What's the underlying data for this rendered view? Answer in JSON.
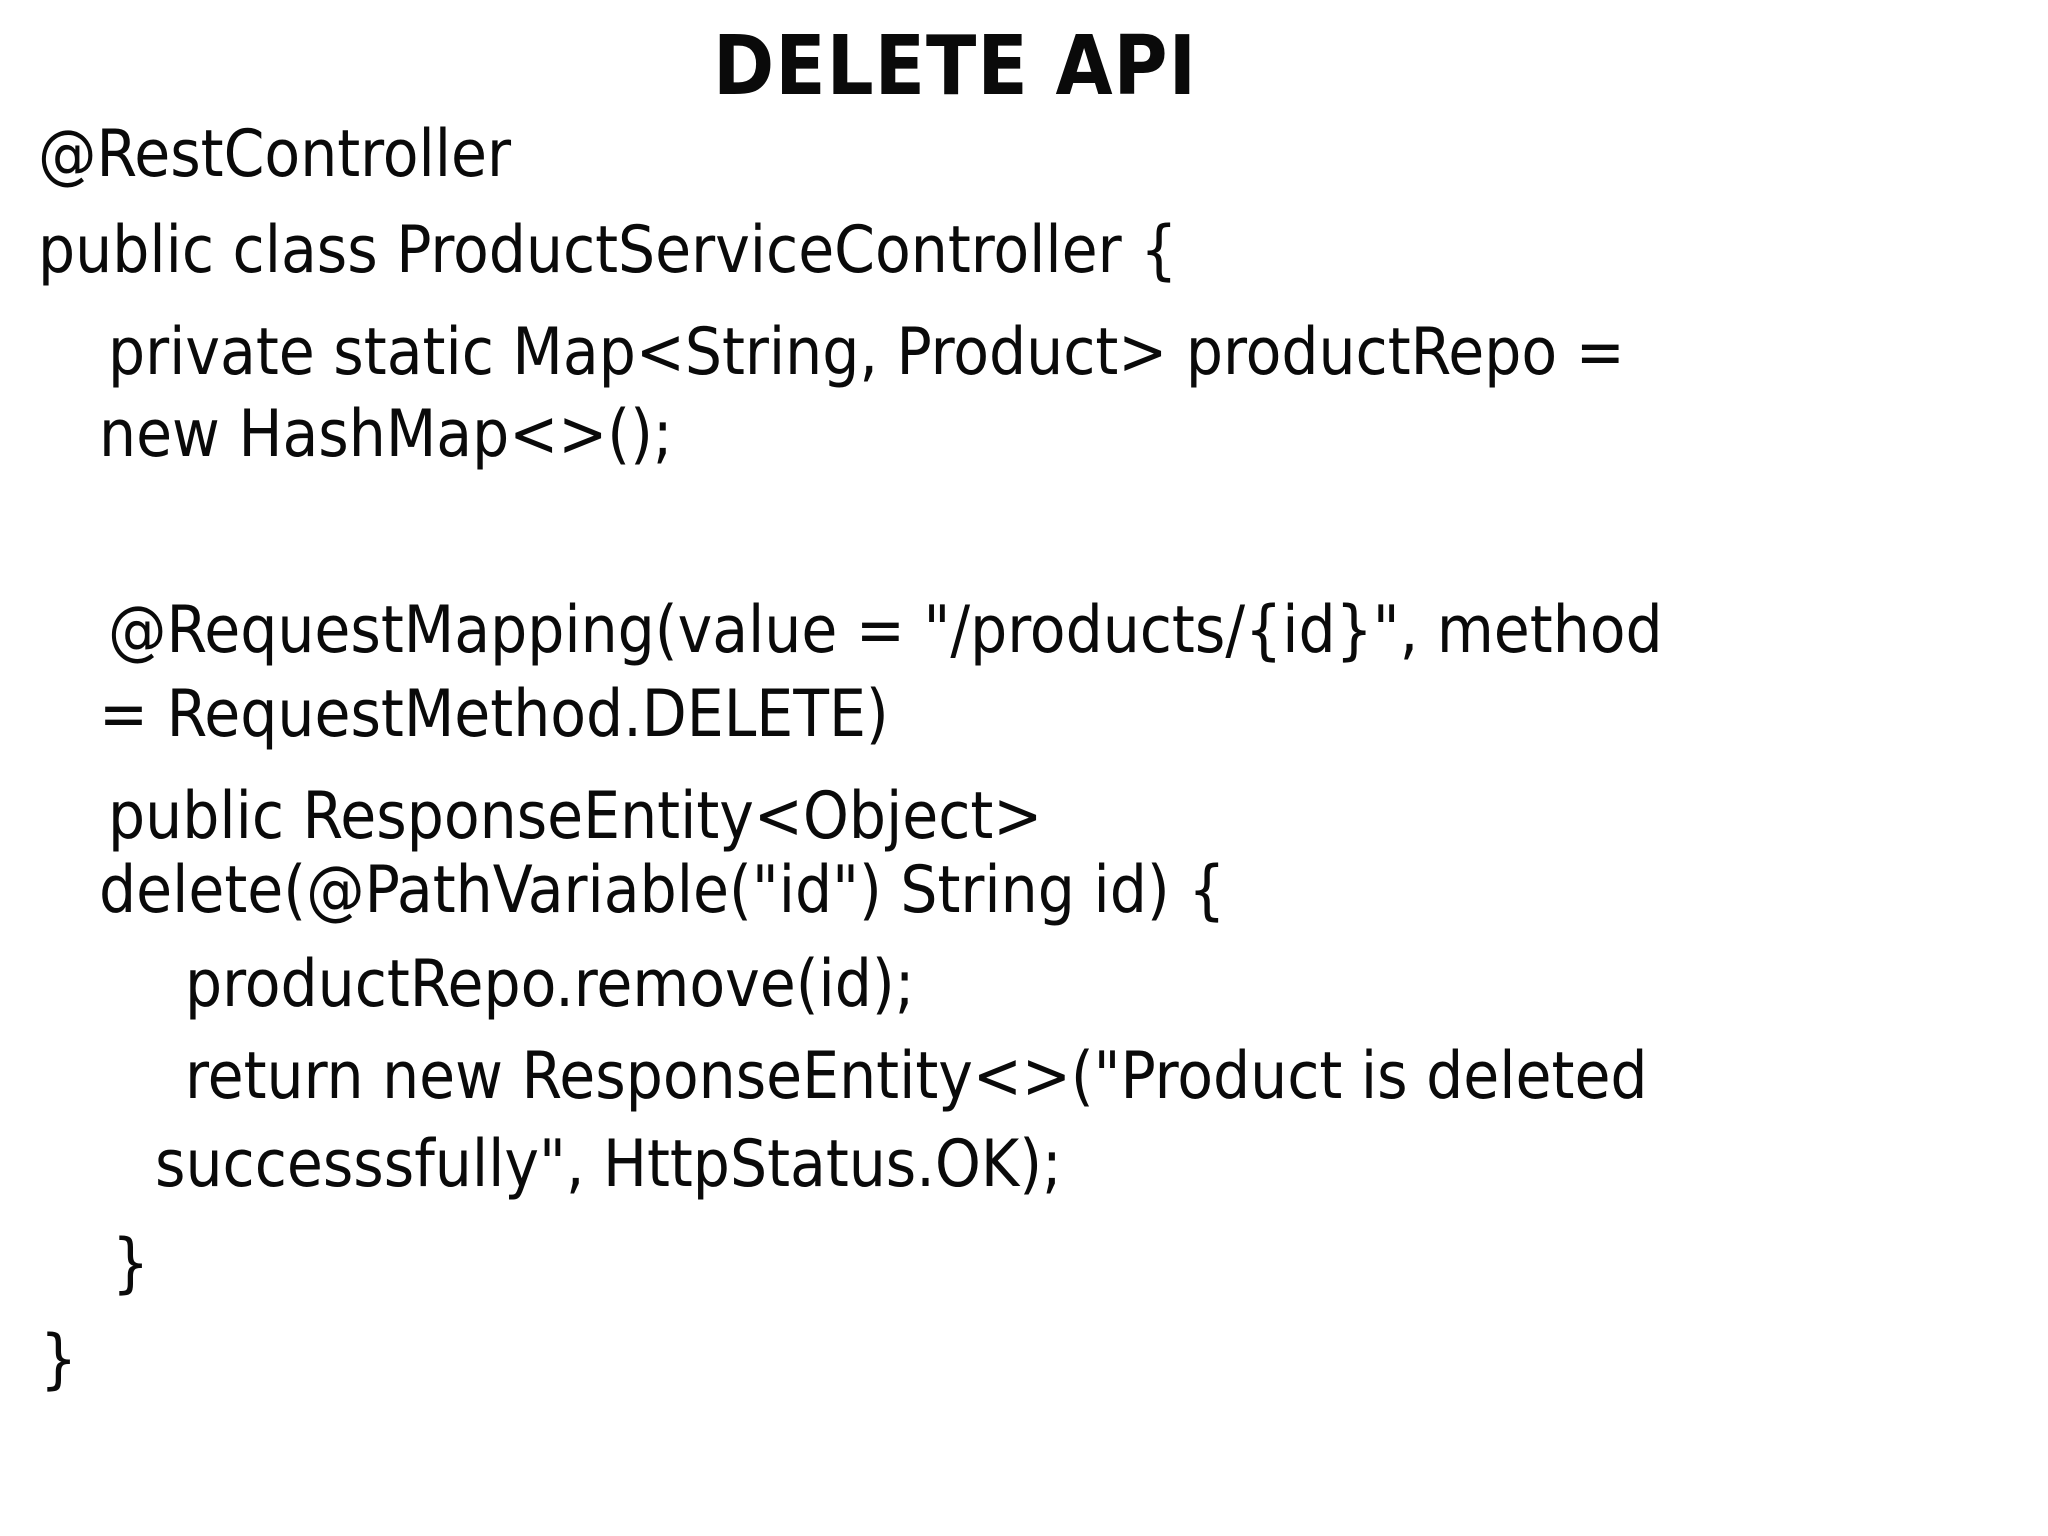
{
  "colors": {
    "background": "#ffffff",
    "text": "#0a0a0a"
  },
  "title": "DELETE API",
  "code": {
    "language": "java",
    "lines": [
      {
        "text": "@RestController"
      },
      {
        "text": "public class ProductServiceController {"
      },
      {
        "text": "private static Map<String, Product> productRepo ="
      },
      {
        "text": "new HashMap<>();"
      },
      {
        "text": "@RequestMapping(value = \"/products/{id}\", method"
      },
      {
        "text": "= RequestMethod.DELETE)"
      },
      {
        "text": "public ResponseEntity<Object>"
      },
      {
        "text": "delete(@PathVariable(\"id\") String id) {"
      },
      {
        "text": "productRepo.remove(id);"
      },
      {
        "text": "return new ResponseEntity<>(\"Product is deleted"
      },
      {
        "text": "successsfully\", HttpStatus.OK);"
      },
      {
        "text": "}"
      },
      {
        "text": "}"
      }
    ]
  }
}
